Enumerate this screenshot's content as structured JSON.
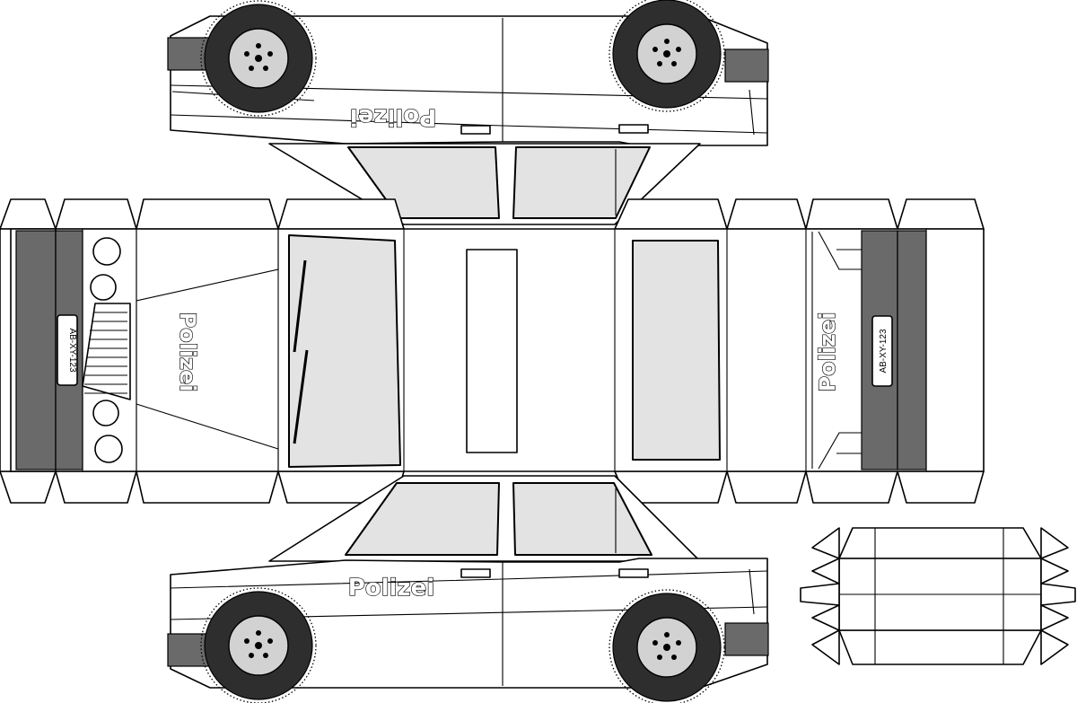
{
  "sheet": {
    "top_side": {
      "door_label": "Polizei"
    },
    "bottom_side": {
      "door_label": "Polizei"
    },
    "front": {
      "hood_label": "Polizei",
      "license_plate": "AB-XY-123"
    },
    "rear": {
      "trunk_label": "Polizei",
      "license_plate": "AB-XY-123"
    }
  },
  "colors": {
    "paper": "#ffffff",
    "line": "#000000",
    "stripe_gray": "#6a6a6a",
    "glass_gray": "#e3e3e3",
    "tyre_dark": "#2e2e2e",
    "rim_gray": "#d2d2d2"
  }
}
